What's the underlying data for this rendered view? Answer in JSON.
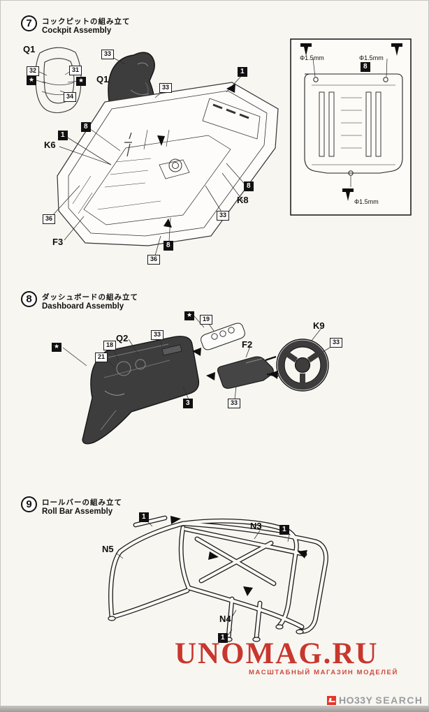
{
  "steps": [
    {
      "number": "7",
      "title_ja": "コックピットの組み立て",
      "title_en": "Cockpit Assembly",
      "labels": [
        "Q1",
        "32",
        "31",
        "★",
        "★",
        "34",
        "33",
        "Q1",
        "33",
        "1",
        "8",
        "1",
        "K6",
        "8",
        "K8",
        "33",
        "36",
        "F3",
        "8",
        "36",
        "Φ1.5mm",
        "Φ1.5mm",
        "8",
        "Φ1.5mm"
      ]
    },
    {
      "number": "8",
      "title_ja": "ダッシュボードの組み立て",
      "title_en": "Dashboard Assembly",
      "labels": [
        "★",
        "19",
        "33",
        "Q2",
        "K9",
        "33",
        "F2",
        "★",
        "18",
        "21",
        "3",
        "33"
      ]
    },
    {
      "number": "9",
      "title_ja": "ロールバーの組み立て",
      "title_en": "Roll Bar Assembly",
      "labels": [
        "1",
        "N3",
        "1",
        "N5",
        "N4",
        "1"
      ]
    }
  ],
  "watermark": {
    "title": "UNOMAG.RU",
    "subtitle": "МАСШТАБНЫЙ МАГАЗИН МОДЕЛЕЙ"
  },
  "footer": {
    "brand": "HO33Y",
    "brand2": "SEARCH"
  }
}
